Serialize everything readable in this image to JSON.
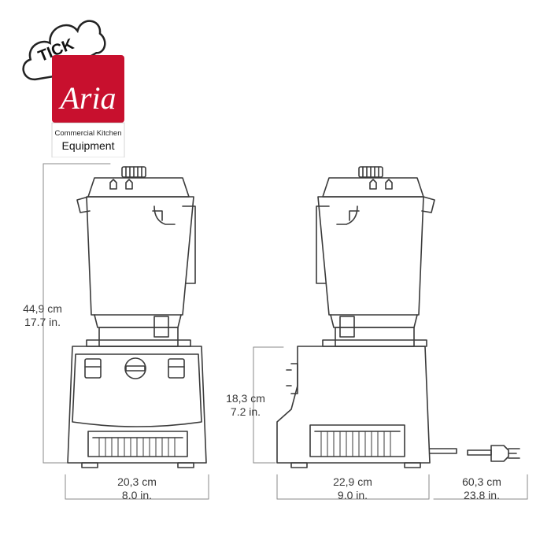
{
  "brand": {
    "badge_text": "TICK",
    "logo_word": "Aria",
    "line1": "Commercial Kitchen",
    "line2": "Equipment",
    "badge_red": "#c8102e"
  },
  "dimensions": {
    "height_total": {
      "metric": "44,9 cm",
      "imperial": "17.7 in."
    },
    "width_front": {
      "metric": "20,3 cm",
      "imperial": "8.0 in."
    },
    "base_height": {
      "metric": "18,3 cm",
      "imperial": "7.2 in."
    },
    "depth_side": {
      "metric": "22,9 cm",
      "imperial": "9.0 in."
    },
    "cord_length": {
      "metric": "60,3 cm",
      "imperial": "23.8 in."
    }
  },
  "colors": {
    "line": "#3a3a3a",
    "dim_line": "#8a8a8a"
  }
}
